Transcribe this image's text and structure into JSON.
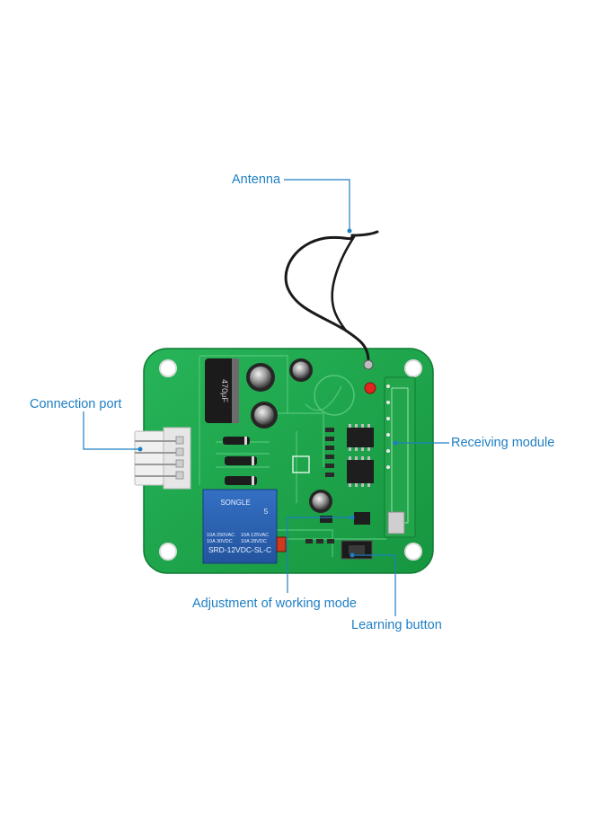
{
  "callouts": {
    "antenna": "Antenna",
    "connection_port": "Connection port",
    "receiving_module": "Receiving module",
    "adjustment": "Adjustment of working mode",
    "learning_button": "Learning button"
  },
  "relay": {
    "brand": "SONGLE",
    "spec_left": "10A 250VAC\n10A 30VDC",
    "spec_right": "10A 125VAC\n10A 28VDC",
    "model": "SRD-12VDC-SL-C",
    "pin_mark": "5"
  },
  "capacitor_text": "470μF",
  "colors": {
    "pcb": "#1ea84c",
    "callout": "#1f7fc4",
    "relay": "#2a5fb0",
    "antenna": "#1a1a1a"
  }
}
